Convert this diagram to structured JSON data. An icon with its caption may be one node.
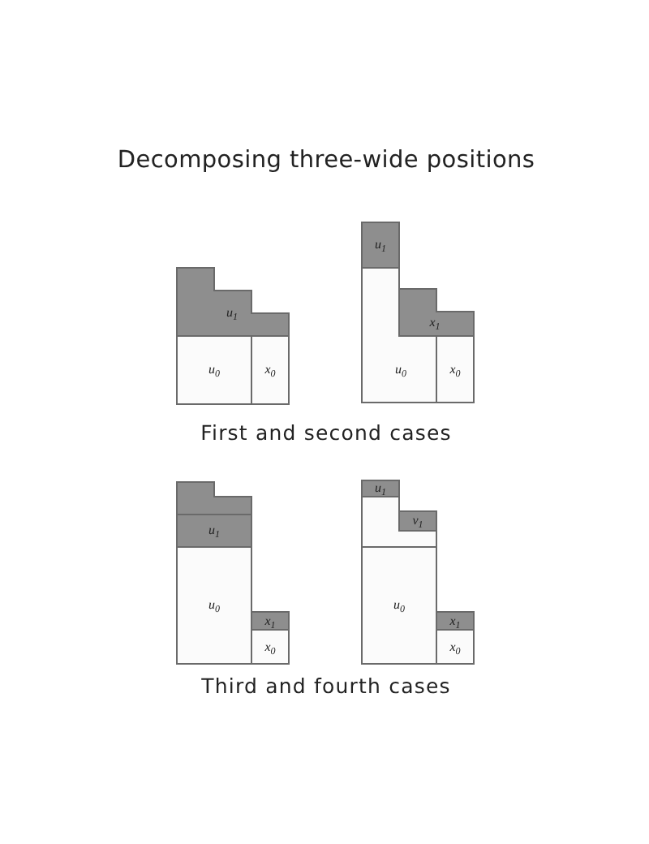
{
  "diagram": {
    "title": "Decomposing three-wide positions",
    "nodes": [
      {
        "text": [
          "u$_{1}$"
        ]
      },
      {
        "text": [
          "u$_{0}$"
        ]
      },
      {
        "text": [
          "x$_{0}$"
        ]
      },
      {
        "text": [
          "u$_{1}$"
        ]
      },
      {
        "text": [
          "x$_{1}$"
        ]
      },
      {
        "text": [
          "u$_{0}$"
        ]
      },
      {
        "text": [
          "x$_{0}$"
        ]
      },
      {
        "text": [],
        "shape": "box"
      },
      {
        "text": [
          "u$_{1}$"
        ]
      },
      {
        "text": [
          "u$_{0}$"
        ]
      },
      {
        "text": [
          "x$_{1}$"
        ]
      },
      {
        "text": [
          "x$_{0}$"
        ]
      },
      {
        "text": [
          "u$_{1}$"
        ]
      },
      {
        "text": [
          "v$_{1}$"
        ]
      },
      {
        "text": [],
        "shape": "box"
      },
      {
        "text": [
          "u$_{0}$"
        ]
      },
      {
        "text": [
          "x$_{1}$"
        ]
      },
      {
        "text": [
          "x$_{0}$"
        ]
      }
    ],
    "labels": [
      "First and second cases",
      "Third and fourth cases"
    ]
  }
}
